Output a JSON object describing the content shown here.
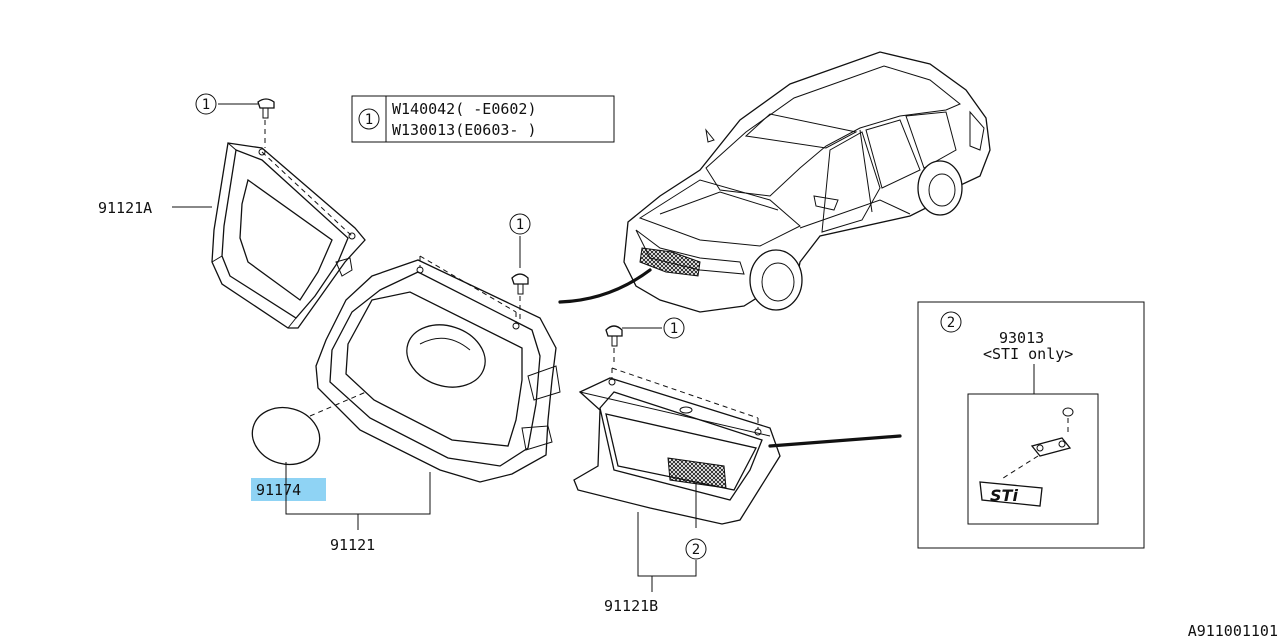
{
  "parts": {
    "grille_left": "91121A",
    "grille_main": "91121",
    "grille_right": "91121B",
    "emblem_cover": "91174",
    "sti_badge": "93013",
    "sti_note": "<STI only>"
  },
  "legend": {
    "callout": "1",
    "row1": "W140042(  -E0602)",
    "row2": "W130013(E0603-  )"
  },
  "callouts": {
    "one": "1",
    "two": "2"
  },
  "diagram_code": "A911001101",
  "colors": {
    "highlight": "#8fd3f4"
  }
}
